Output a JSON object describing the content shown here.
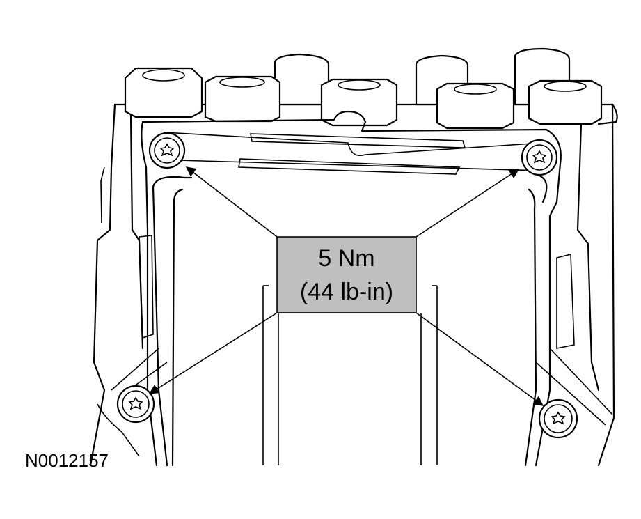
{
  "callout": {
    "line1": "5 Nm",
    "line2": "(44 lb-in)"
  },
  "figure_id": "N0012157",
  "colors": {
    "line": "#000000",
    "background": "#ffffff",
    "callout_fill": "#bfbfbf"
  }
}
